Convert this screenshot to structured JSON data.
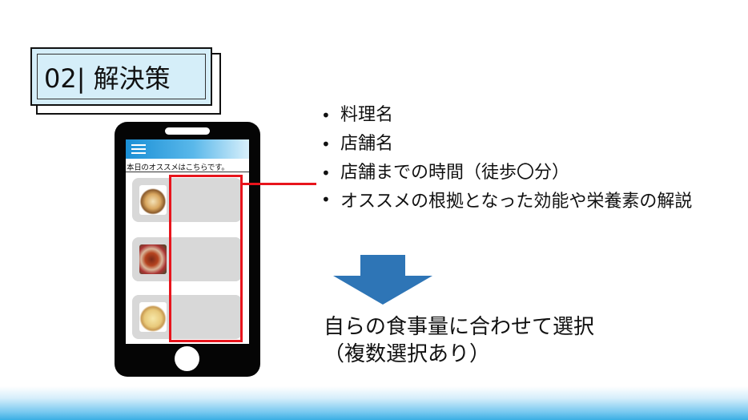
{
  "slide": {
    "title": "02| 解決策",
    "phone": {
      "caption": "本日のオススメはこちらです。",
      "cards": [
        {
          "thumbnail": "ramen-photo"
        },
        {
          "thumbnail": "meat-dish-photo"
        },
        {
          "thumbnail": "pasta-photo"
        }
      ]
    },
    "bullets": [
      "料理名",
      "店舗名",
      "店舗までの時間（徒歩〇分）",
      "オススメの根拠となった効能や栄養素の解説"
    ],
    "summary_line1": "自らの食事量に合わせて選択",
    "summary_line2": "（複数選択あり）"
  },
  "colors": {
    "title_bg": "#d5eef9",
    "highlight": "#e8141c",
    "arrow": "#2e75b6",
    "header_blue": "#1a8fd6"
  },
  "icons": {
    "menu": "hamburger-menu-icon",
    "arrow": "down-arrow-icon"
  }
}
